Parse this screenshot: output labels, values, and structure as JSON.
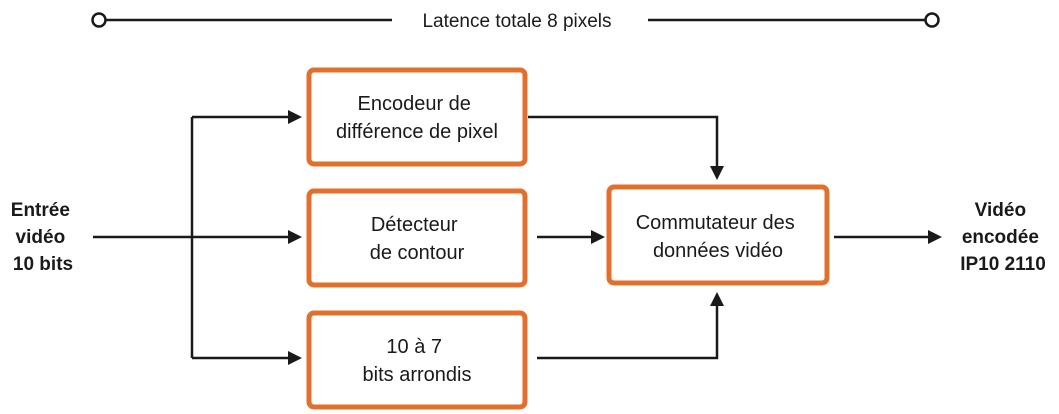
{
  "colors": {
    "box_border": "#e0702c",
    "line": "#1a1a1a",
    "text": "#1a1a1a",
    "background": "#ffffff"
  },
  "latency": {
    "label": "Latence totale 8 pixels"
  },
  "input": {
    "lines": [
      "Entrée",
      "vidéo",
      "10 bits"
    ]
  },
  "output": {
    "lines": [
      "Vidéo",
      "encodée",
      "IP10 2110"
    ]
  },
  "blocks": {
    "pixel_diff_encoder": {
      "lines": [
        "Encodeur de",
        "différence de pixel"
      ]
    },
    "edge_detector": {
      "lines": [
        "Détecteur",
        "de contour"
      ]
    },
    "rounded_bits": {
      "lines": [
        "10 à 7",
        "bits arrondis"
      ]
    },
    "video_switch": {
      "lines": [
        "Commutateur des",
        "données vidéo"
      ]
    }
  }
}
